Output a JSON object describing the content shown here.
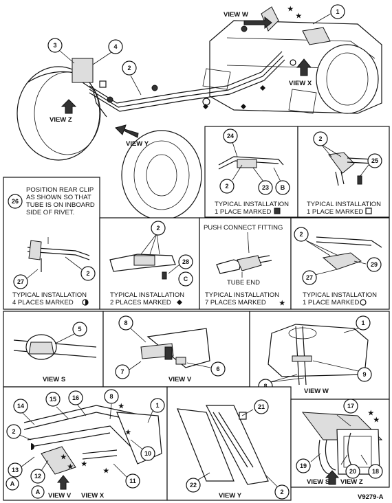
{
  "views": {
    "view_w_arrow": "VIEW W",
    "view_x_arrow": "VIEW X",
    "view_y_arrow": "VIEW Y",
    "view_z_arrow": "VIEW Z",
    "view_s": "VIEW S",
    "view_v": "VIEW V",
    "view_w": "VIEW W",
    "view_x": "VIEW X",
    "view_y": "VIEW Y",
    "view_z": "VIEW Z",
    "view_s_inset": "VIEW S"
  },
  "panels": {
    "clip_note_1": "POSITION REAR CLIP",
    "clip_note_2": "AS SHOWN SO THAT",
    "clip_note_3": "TUBE IS ON INBOARD",
    "clip_note_4": "SIDE OF RIVET.",
    "p24_line1": "TYPICAL INSTALLATION",
    "p24_line2": "1 PLACE MARKED",
    "p25_line1": "TYPICAL INSTALLATION",
    "p25_line2": "1 PLACE MARKED",
    "p26_line1": "TYPICAL INSTALLATION",
    "p26_line2": "4 PLACES MARKED",
    "p28_line1": "TYPICAL INSTALLATION",
    "p28_line2": "2 PLACES MARKED",
    "push_title": "PUSH CONNECT FITTING",
    "tube_end": "TUBE END",
    "push_line1": "TYPICAL INSTALLATION",
    "push_line2": "7 PLACES MARKED",
    "p29_line1": "TYPICAL INSTALLATION",
    "p29_line2": "1 PLACE MARKED"
  },
  "callouts": {
    "c1": "1",
    "c2": "2",
    "c3": "3",
    "c4": "4",
    "c5": "5",
    "c6": "6",
    "c7": "7",
    "c8": "8",
    "c9": "9",
    "c10": "10",
    "c11": "11",
    "c12": "12",
    "c13": "13",
    "c14": "14",
    "c15": "15",
    "c16": "16",
    "c17": "17",
    "c18": "18",
    "c19": "19",
    "c20": "20",
    "c21": "21",
    "c22": "22",
    "c23": "23",
    "c24": "24",
    "c25": "25",
    "c26": "26",
    "c27": "27",
    "c28": "28",
    "c29": "29",
    "a": "A",
    "b": "B",
    "c": "C"
  },
  "figure_id": "V9279-A"
}
